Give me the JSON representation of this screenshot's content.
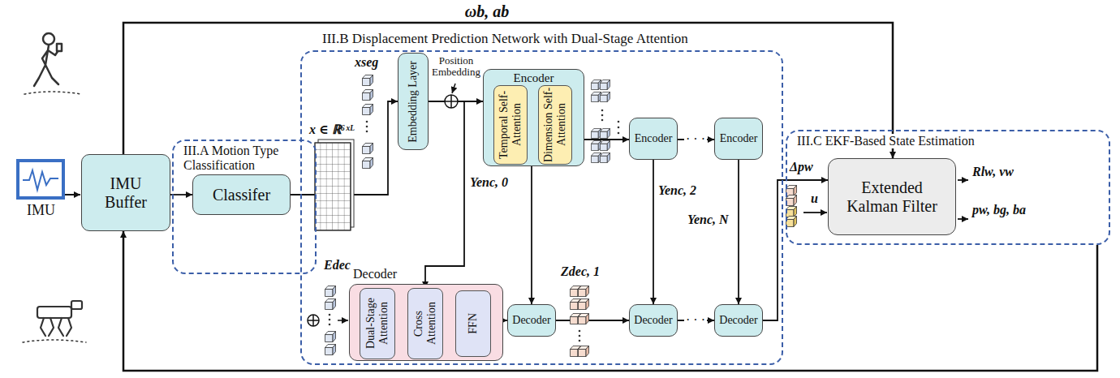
{
  "diagram": {
    "nodes": [
      {
        "text": [
          "IMU Buffer"
        ]
      },
      {
        "text": [
          "III.A Motion Type Classification"
        ]
      },
      {
        "text": [
          "Classifer"
        ],
        "in": 1
      },
      {
        "text": [
          "III.B Displacement Prediction Network with Dual-Stage Attention"
        ]
      },
      {
        "text": [
          "Embedding Layer"
        ],
        "in": 3
      },
      {
        "text": [
          "Encoder"
        ],
        "in": 3
      },
      {
        "text": [
          "Temporal Self-Attention"
        ],
        "in": 5
      },
      {
        "text": [
          "Dimension Self-Attention"
        ],
        "in": 5
      },
      {
        "text": [
          "Encoder"
        ],
        "in": 3
      },
      {
        "text": [
          "Encoder"
        ],
        "in": 3
      },
      {
        "text": [
          "Decoder"
        ],
        "in": 3
      },
      {
        "text": [
          "Dual-Stage Attention"
        ],
        "in": 10
      },
      {
        "text": [
          "Cross Attention"
        ],
        "in": 10
      },
      {
        "text": [
          "FFN"
        ],
        "in": 10
      },
      {
        "text": [
          "Decoder"
        ],
        "in": 3
      },
      {
        "text": [
          "Decoder"
        ],
        "in": 3
      },
      {
        "text": [
          "Decoder"
        ],
        "in": 3
      },
      {
        "text": [
          "III.C EKF-Based State Estimation"
        ]
      },
      {
        "text": [
          "Extended Kalman Filter"
        ],
        "in": 17
      }
    ],
    "edges": [
      {
        "from": 0,
        "to": 2,
        "arrow": "to"
      },
      {
        "from": 2,
        "to": 4,
        "arrow": "to"
      },
      {
        "from": 4,
        "to": 5,
        "arrow": "to"
      },
      {
        "from": 4,
        "to": 12,
        "arrow": "to"
      },
      {
        "from": 5,
        "to": 8,
        "arrow": "to"
      },
      {
        "from": 8,
        "to": 9,
        "arrow": "to",
        "label": "· · ·"
      },
      {
        "from": 5,
        "to": 14,
        "arrow": "to"
      },
      {
        "from": 8,
        "to": 15,
        "arrow": "to"
      },
      {
        "from": 9,
        "to": 16,
        "arrow": "to"
      },
      {
        "from": 10,
        "to": 14,
        "arrow": "to"
      },
      {
        "from": 14,
        "to": 15,
        "arrow": "to"
      },
      {
        "from": 15,
        "to": 16,
        "arrow": "to",
        "label": "· · ·"
      },
      {
        "from": 16,
        "to": 18,
        "arrow": "to"
      },
      {
        "from": 0,
        "to": 18,
        "arrow": "to",
        "label": "ωb, ab"
      },
      {
        "from": 17,
        "to": 0,
        "arrow": "to"
      }
    ],
    "labels": [
      "IMU",
      "x ∈ ℝ⁶ˣᴸ",
      "xseg",
      "Position Embedding",
      "Yenc, 0",
      "Edec",
      "Zdec, 1",
      "Yenc, 2",
      "Yenc, N",
      "Δpw",
      "u",
      "Rlw, vw",
      "pw, bg, ba"
    ]
  }
}
